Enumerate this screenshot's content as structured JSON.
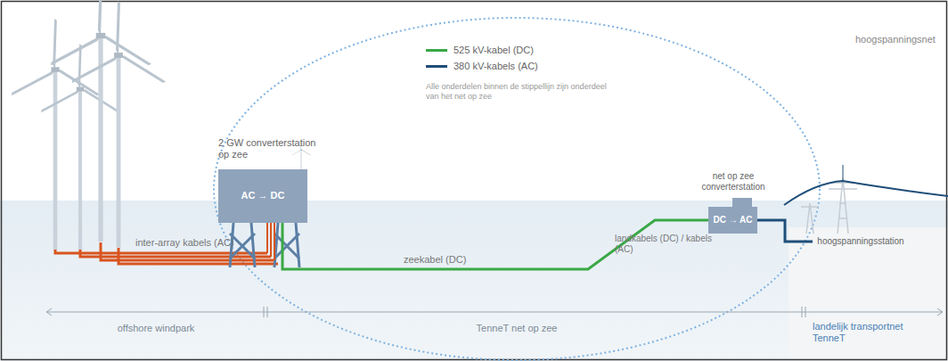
{
  "diagram": {
    "nodes": [
      {
        "text": [
          "2 GW converterstation op zee",
          "AC → DC"
        ]
      },
      {
        "text": [
          "net op zee converterstation",
          "DC → AC"
        ]
      },
      {
        "text": [
          "hoogspanningsstation"
        ]
      }
    ],
    "edges": [
      {
        "from": 0,
        "to": 1,
        "arrow": "none",
        "label": "zeekabel (DC)"
      },
      {
        "from": 1,
        "to": 2,
        "arrow": "none"
      }
    ],
    "labels": [
      "inter-array kabels (AC)",
      "landkabels (DC) / kabels (AC)",
      "hoogspanningsnet",
      "Alle onderdelen binnen de stippellijn zijn onderdeel van het net op zee",
      "offshore windpark",
      "TenneT net op zee",
      "landelijk transportnet TenneT"
    ],
    "legend": [
      {
        "text": "525 kV-kabel (DC)",
        "color": "#3aa845"
      },
      {
        "text": "380 kV-kabels (AC)",
        "color": "#1f4e79"
      }
    ]
  }
}
